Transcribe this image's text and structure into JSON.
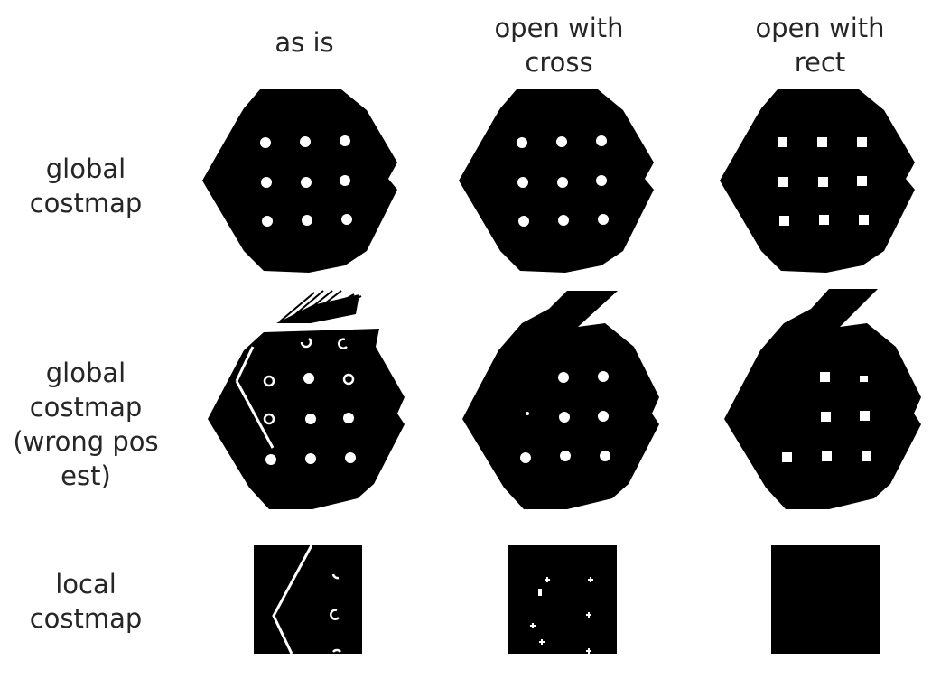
{
  "columns": [
    "as is",
    "open with\ncross",
    "open with\nrect"
  ],
  "rows": [
    "global\ncostmap",
    "global\ncostmap\n(wrong pos\nest)",
    "local\ncostmap"
  ],
  "colors": {
    "obstacle": "#000000",
    "free": "#ffffff",
    "text": "#262626"
  }
}
